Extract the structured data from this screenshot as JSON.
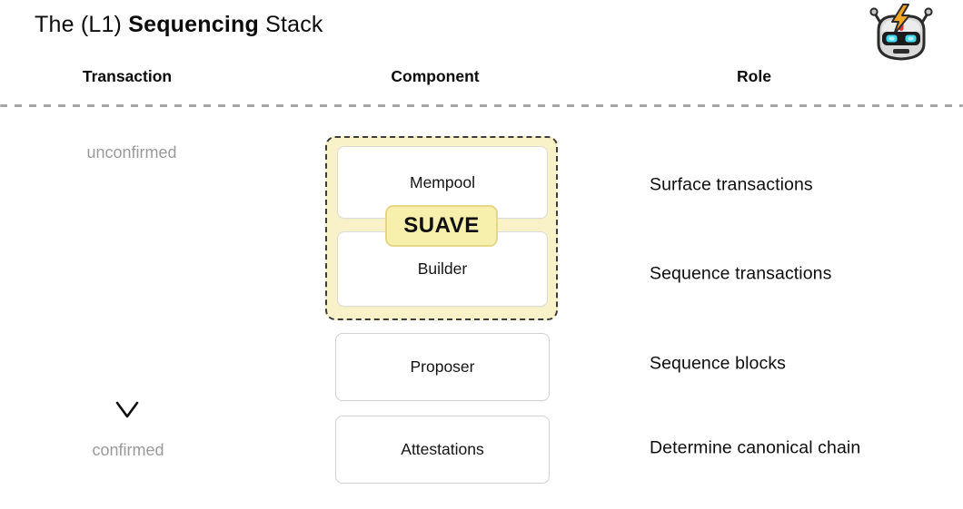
{
  "title": {
    "prefix": "The (L1) ",
    "emphasis": "Sequencing",
    "suffix": " Stack"
  },
  "logo": {
    "icon": "flashbots-robot-icon"
  },
  "column_headers": {
    "transaction": "Transaction",
    "component": "Component",
    "role": "Role"
  },
  "transaction_flow": {
    "start_label": "unconfirmed",
    "end_label": "confirmed",
    "direction": "down-arrow"
  },
  "suave": {
    "label": "SUAVE"
  },
  "components": [
    {
      "name": "Mempool",
      "role": "Surface transactions",
      "inside_suave": true
    },
    {
      "name": "Builder",
      "role": "Sequence transactions",
      "inside_suave": true
    },
    {
      "name": "Proposer",
      "role": "Sequence blocks",
      "inside_suave": false
    },
    {
      "name": "Attestations",
      "role": "Determine canonical chain",
      "inside_suave": false
    }
  ],
  "colors": {
    "suave_container_fill": "#f9f1c7",
    "suave_container_border": "#3c3c3c",
    "suave_badge_fill": "#f7efac",
    "suave_badge_border": "#e5d787",
    "box_border": "#d2d2d2",
    "muted_text": "#9a9a9a",
    "separator": "#a6a6a6",
    "text": "#0c0c0c",
    "robot_bolt": "#f5a623",
    "robot_eyes": "#45d8e8"
  }
}
